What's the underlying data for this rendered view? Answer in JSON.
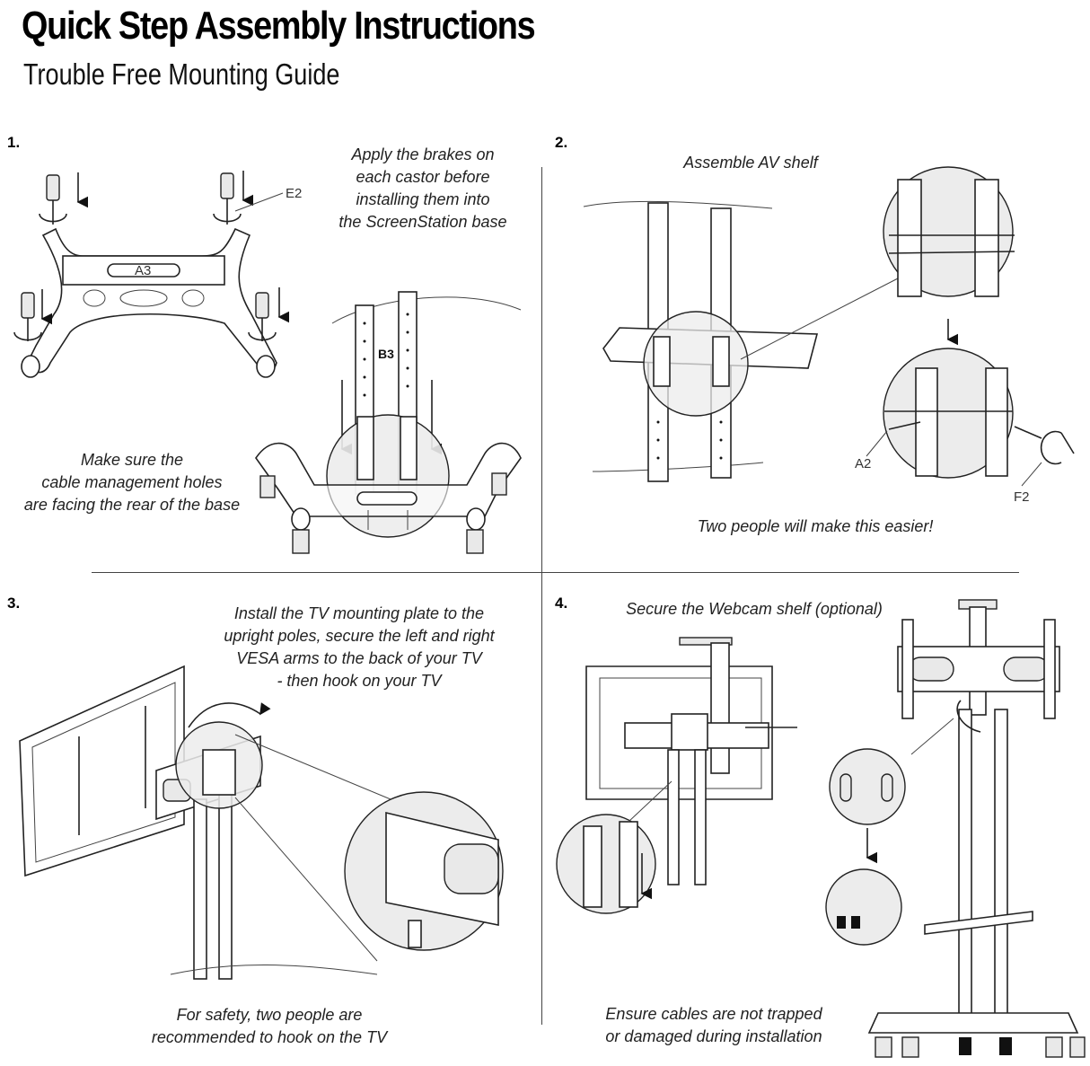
{
  "header": {
    "title": "Quick Step Assembly Instructions",
    "subtitle": "Trouble Free Mounting Guide"
  },
  "steps": [
    {
      "number": "1.",
      "notes": [
        [
          "Apply the brakes on",
          "each castor before",
          "installing them into",
          "the ScreenStation base"
        ],
        [
          "Make sure the",
          "cable management holes",
          "are facing the rear of the base"
        ]
      ],
      "part_labels": [
        "E2",
        "A3",
        "B3"
      ]
    },
    {
      "number": "2.",
      "notes": [
        [
          "Assemble AV shelf"
        ],
        [
          "Two people will make this easier!"
        ]
      ],
      "part_labels": [
        "A2",
        "F2"
      ]
    },
    {
      "number": "3.",
      "notes": [
        [
          "Install the TV mounting plate to the",
          "upright poles, secure the left and right",
          "VESA arms to the back of your TV",
          "- then hook on your TV"
        ],
        [
          "For safety,  two people are",
          "recommended to hook on the TV"
        ]
      ],
      "part_labels": []
    },
    {
      "number": "4.",
      "notes": [
        [
          "Secure the Webcam shelf (optional)"
        ],
        [
          "Ensure cables are not trapped",
          "or damaged during installation"
        ]
      ],
      "part_labels": []
    }
  ]
}
